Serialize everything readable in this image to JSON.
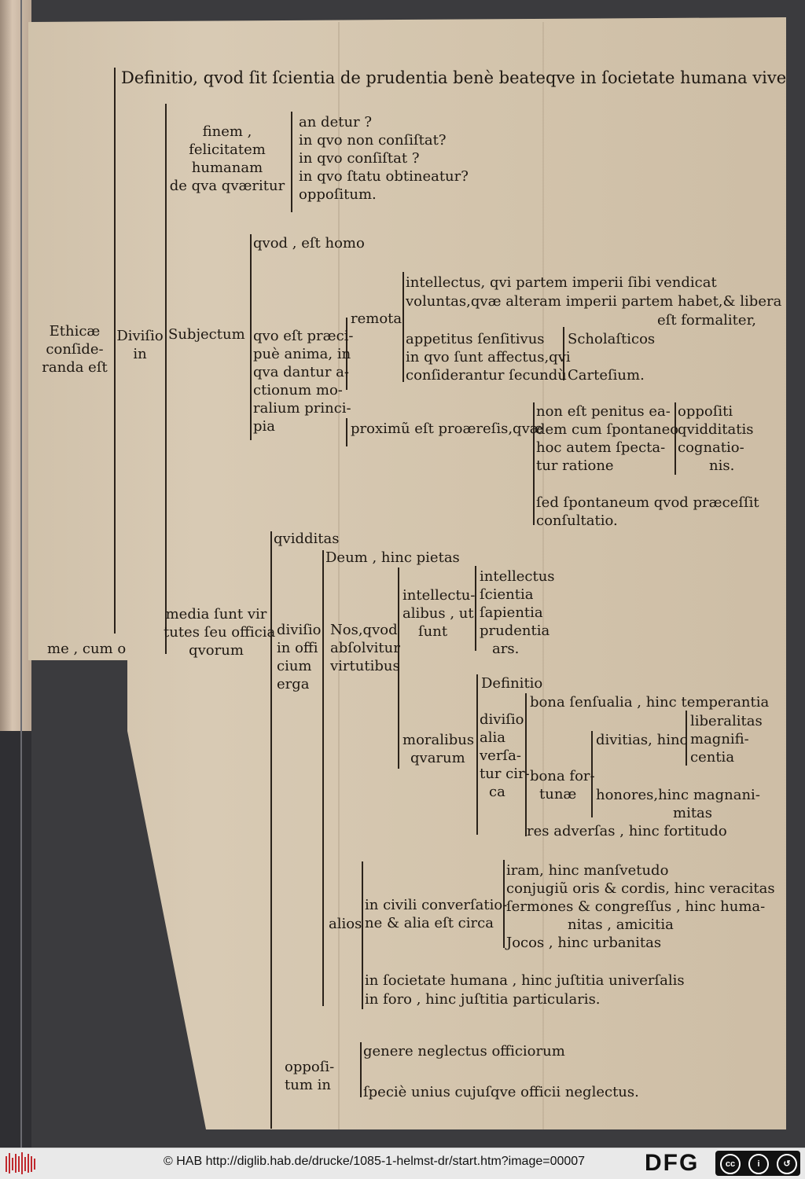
{
  "document": {
    "definition": "Definitio, qvod ſit ſcientia de prudentia benè beateqve in ſocietate humana vivendi.",
    "left_margin": [
      "Ethicæ",
      "conſide-",
      "randa eſt"
    ],
    "left_fragment": "me , cum o",
    "divisio": [
      "Diviſio",
      "in"
    ],
    "finem_block": [
      "finem ,",
      "felicitatem",
      "humanam",
      "de qva qværitur"
    ],
    "finem_items": [
      "an detur ?",
      "in qvo non conſiſtat?",
      "in qvo conſiſtat ?",
      "in qvo ſtatu obtineatur?",
      "oppoſitum."
    ],
    "subjectum": "Subjectum",
    "qvod_homo": "qvod , eſt homo",
    "qvo_block": [
      "qvo eſt præci-",
      "puè anima, in",
      "qva dantur a-",
      "ctionum mo-",
      "ralium princi-",
      "pia"
    ],
    "remota": "remota",
    "intellectus_line1": "intellectus, qvi partem imperii ſibi vendicat",
    "voluntas_line1": "voluntas,qvæ alteram imperii partem habet,& libera",
    "voluntas_line2": "eſt formaliter,",
    "appetitus": [
      "appetitus ſenſitivus",
      "in qvo ſunt affectus,qvi",
      "conſiderantur ſecundù"
    ],
    "scholasticos": "Scholaſticos",
    "cartesium": "Carteſium.",
    "proximum": "proximũ eſt proæreſis,qvæ",
    "non_est": [
      "non eſt penitus ea-",
      "dem cum ſpontaneo",
      "hoc autem ſpecta-",
      "tur ratione"
    ],
    "oppositi": [
      "oppoſiti",
      "qvidditatis",
      "cognatio-",
      "nis."
    ],
    "sed_spontaneum": [
      "ſed ſpontaneum qvod præceſſit",
      "conſultatio."
    ],
    "media": [
      "media ſunt vir",
      "tutes ſeu officia",
      "qvorum"
    ],
    "qvidditas": "qvidditas",
    "divisio_off": [
      "diviſio",
      "in offi",
      "cium",
      "erga"
    ],
    "deum": "Deum , hinc pietas",
    "nos": [
      "Nos,qvod",
      "abſolvitur",
      "virtutibus"
    ],
    "intellectualibus": [
      "intellectu-",
      "alibus , ut",
      "ſunt"
    ],
    "intel_items": [
      "intellectus",
      "ſcientia",
      "ſapientia",
      "prudentia",
      "ars."
    ],
    "moralibus": [
      "moralibus",
      "qvarum"
    ],
    "definitio": "Definitio",
    "divisio_alia": [
      "diviſio",
      "alia",
      "verſa-",
      "tur cir-",
      "ca"
    ],
    "bona_sensualia": "bona ſenſualia , hinc temperantia",
    "bona_fortunae": [
      "bona for-",
      "tunæ"
    ],
    "divitias": "divitias, hinc",
    "liberalitas": [
      "liberalitas",
      "magnifi-",
      "centia"
    ],
    "honores": [
      "honores,hinc magnani-",
      "mitas"
    ],
    "res_adversas": "res adverſas , hinc fortitudo",
    "alios": "alios",
    "in_civili": [
      "in civili converſatio-",
      "ne & alia eſt circa"
    ],
    "civili_items": [
      "iram, hinc manſvetudo",
      "conjugiũ oris & cordis, hinc veracitas",
      "ſermones & congreſſus , hinc huma-",
      "nitas , amicitia",
      "Jocos , hinc urbanitas"
    ],
    "in_societate": "in ſocietate humana , hinc juſtitia univerſalis",
    "in_foro": "in foro , hinc juſtitia particularis.",
    "opposi": [
      "oppoſi-",
      "tum in"
    ],
    "genere": "genere neglectus officiorum",
    "specie": "ſpeciè unius cujuſqve officii neglectus."
  },
  "footer": {
    "copyright": "© HAB http://diglib.hab.de/drucke/1085-1-helmst-dr/start.htm?image=00007",
    "dfg_logo": "DFG",
    "license_icons": [
      "cc-icon",
      "by-icon",
      "sa-icon"
    ]
  },
  "colors": {
    "paper": "#d6c7b0",
    "ink": "#1e1812",
    "background": "#3b3b3e",
    "footer": "#e9e9e9"
  }
}
